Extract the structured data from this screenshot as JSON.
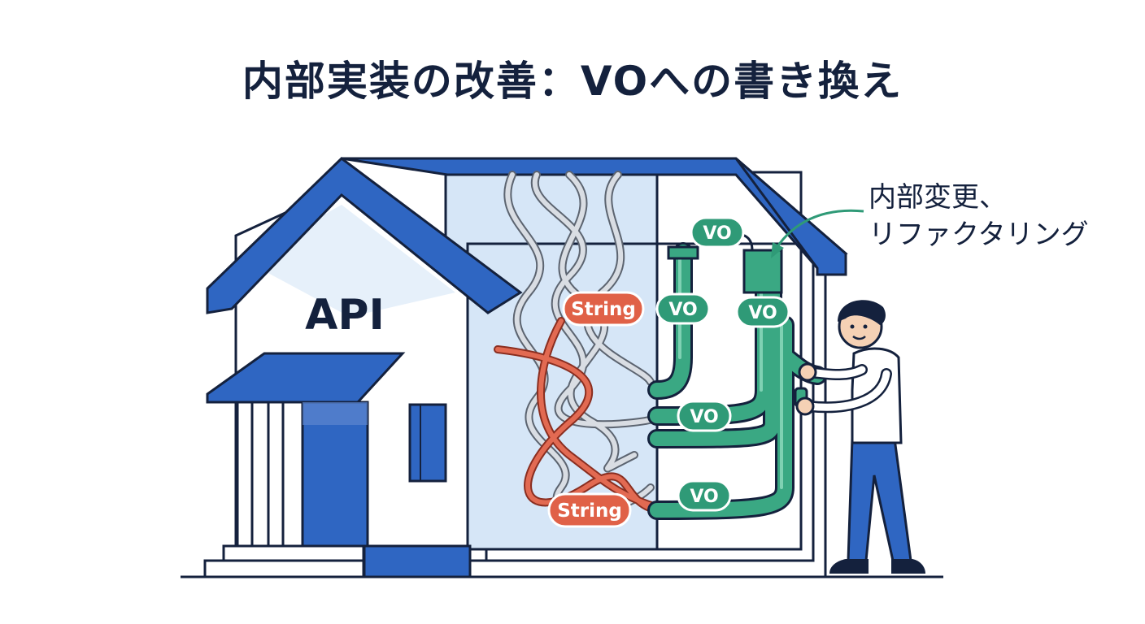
{
  "title": "内部実装の改善：VOへの書き換え",
  "house_label": "API",
  "tags": {
    "string_top": "String",
    "string_bottom": "String",
    "vo_1": "VO",
    "vo_2": "VO",
    "vo_3": "VO",
    "vo_4": "VO",
    "vo_5": "VO"
  },
  "callout": {
    "line1": "内部変更、",
    "line2": "リファクタリング"
  },
  "colors": {
    "roof": "#2f66c2",
    "wall_light": "#d6e6f7",
    "outline": "#14213d",
    "string_pipe": "#e26a52",
    "vo_pipe": "#3aa883",
    "vo_tag_bg": "#2f9a77",
    "string_tag_bg": "#e06147"
  }
}
